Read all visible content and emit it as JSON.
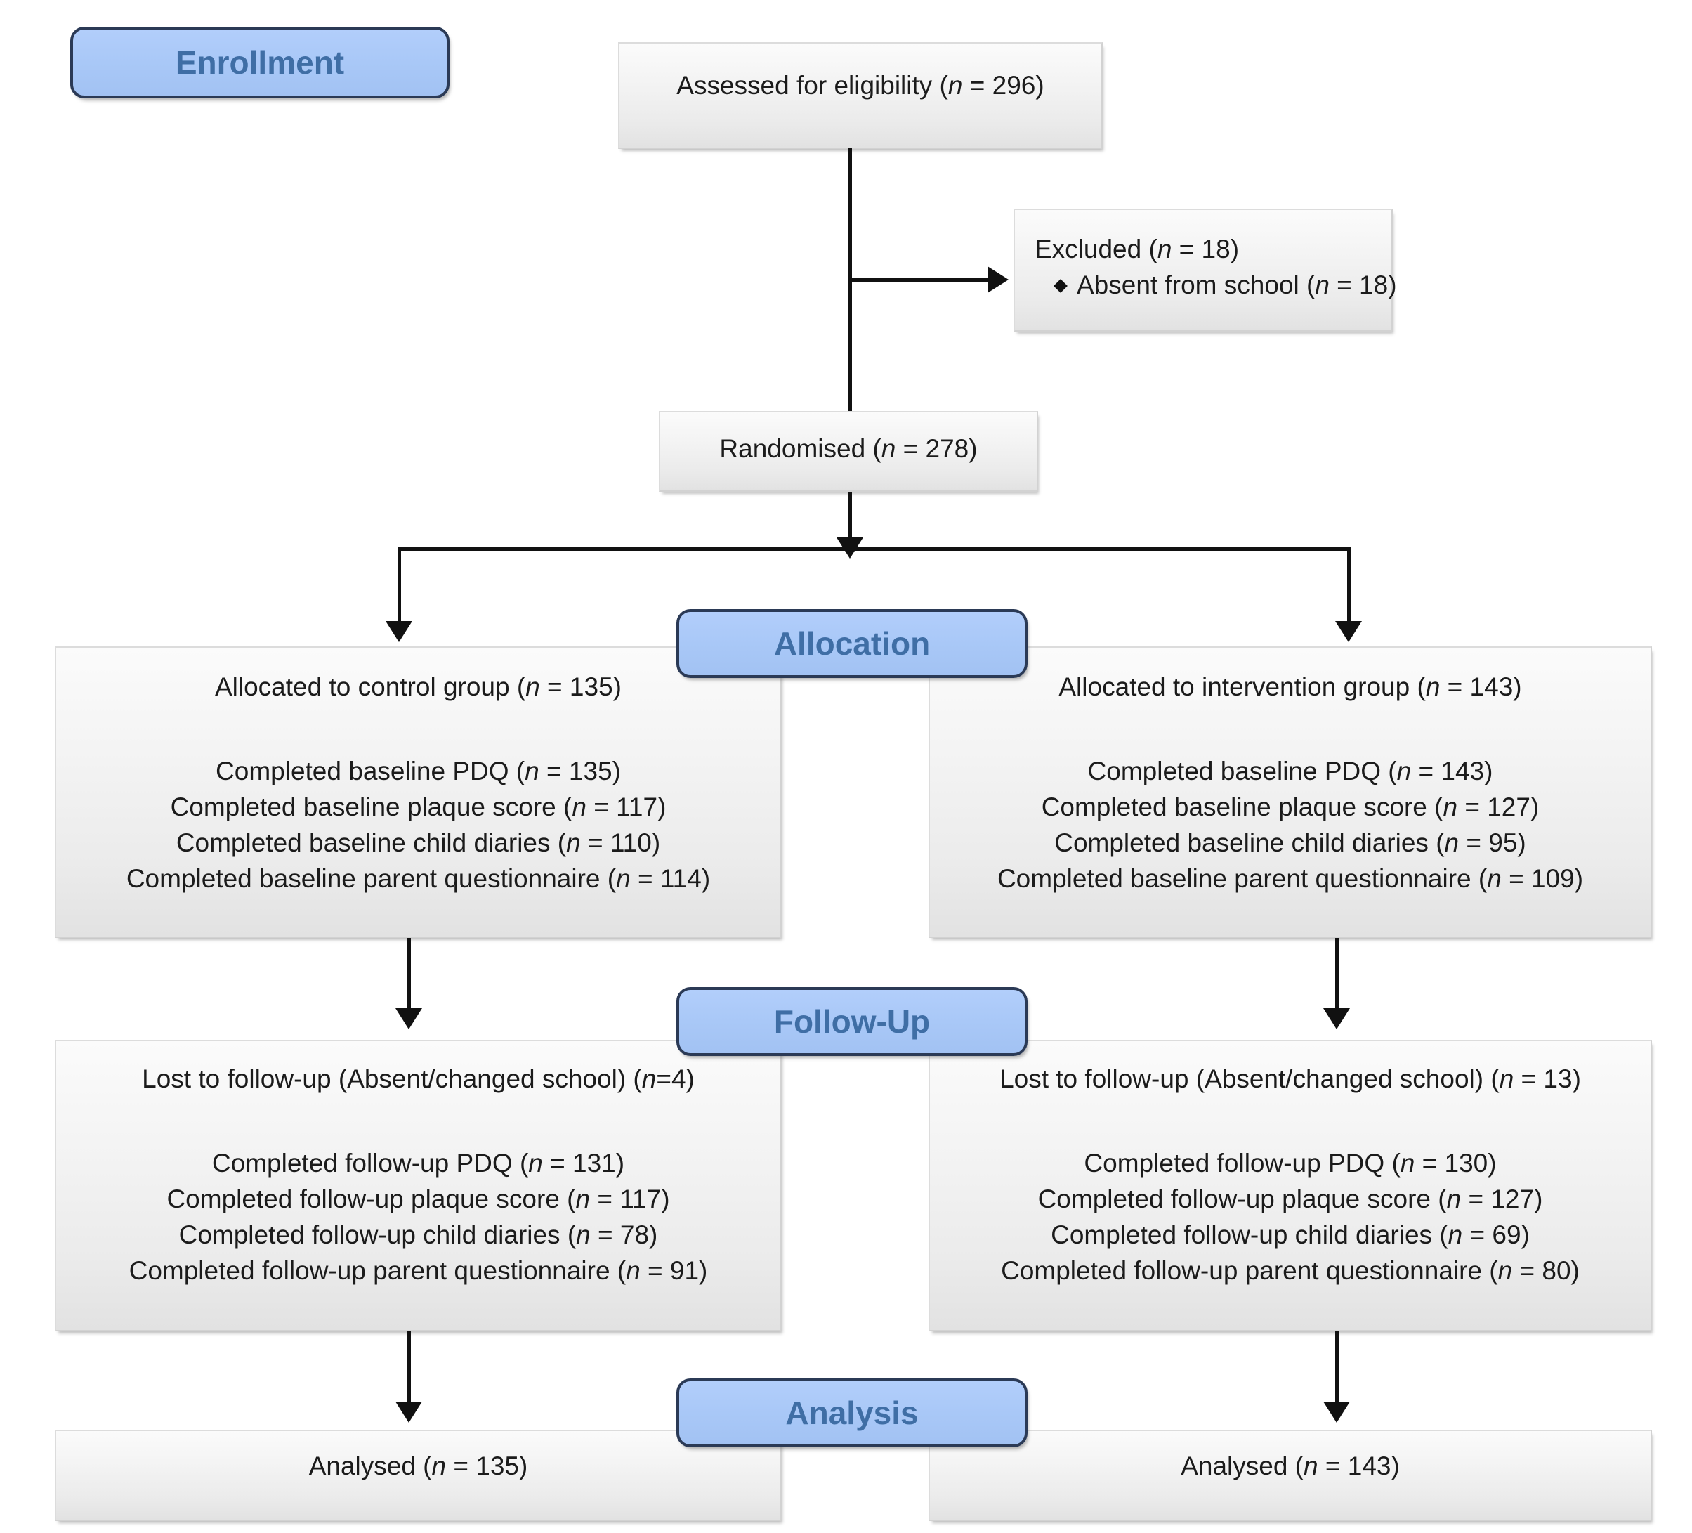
{
  "diagram": {
    "type": "CONSORT participant flow diagram",
    "stages": [
      {
        "id": "enrollment",
        "label": "Enrollment"
      },
      {
        "id": "allocation",
        "label": "Allocation"
      },
      {
        "id": "followup",
        "label": "Follow-Up"
      },
      {
        "id": "analysis",
        "label": "Analysis"
      }
    ],
    "boxes": {
      "assessed": {
        "lines": [
          {
            "pre": "Assessed for eligibility (",
            "ital": "n",
            "post": " = 296)"
          }
        ]
      },
      "excluded": {
        "heading": {
          "pre": "Excluded (",
          "ital": "n",
          "post": " = 18)"
        },
        "bullets": [
          {
            "pre": "Absent from school (",
            "ital": "n",
            "post": " = 18)"
          }
        ]
      },
      "randomised": {
        "lines": [
          {
            "pre": "Randomised (",
            "ital": "n",
            "post": " = 278)"
          }
        ]
      },
      "allocation_control": {
        "header": {
          "pre": "Allocated to control group (",
          "ital": "n",
          "post": " = 135)"
        },
        "lines": [
          {
            "pre": "Completed baseline PDQ (",
            "ital": "n",
            "post": " = 135)"
          },
          {
            "pre": "Completed baseline plaque score (",
            "ital": "n",
            "post": " = 117)"
          },
          {
            "pre": "Completed baseline child diaries (",
            "ital": "n",
            "post": " = 110)"
          },
          {
            "pre": "Completed baseline parent questionnaire (",
            "ital": "n",
            "post": " = 114)"
          }
        ]
      },
      "allocation_intervention": {
        "header": {
          "pre": "Allocated to intervention group (",
          "ital": "n",
          "post": " = 143)"
        },
        "lines": [
          {
            "pre": "Completed baseline PDQ (",
            "ital": "n",
            "post": " = 143)"
          },
          {
            "pre": "Completed baseline plaque score (",
            "ital": "n",
            "post": " = 127)"
          },
          {
            "pre": "Completed baseline child diaries (",
            "ital": "n",
            "post": " = 95)"
          },
          {
            "pre": "Completed baseline parent questionnaire (",
            "ital": "n",
            "post": " = 109)"
          }
        ]
      },
      "followup_control": {
        "header": {
          "pre": "Lost to follow-up (Absent/changed school) (",
          "ital": "n",
          "post": "=4)"
        },
        "lines": [
          {
            "pre": "Completed follow-up PDQ (",
            "ital": "n",
            "post": " = 131)"
          },
          {
            "pre": "Completed follow-up plaque score (",
            "ital": "n",
            "post": " = 117)"
          },
          {
            "pre": "Completed follow-up child diaries (",
            "ital": "n",
            "post": " = 78)"
          },
          {
            "pre": "Completed follow-up parent questionnaire (",
            "ital": "n",
            "post": " = 91)"
          }
        ]
      },
      "followup_intervention": {
        "header": {
          "pre": "Lost to follow-up (Absent/changed school) (",
          "ital": "n",
          "post": " = 13)"
        },
        "lines": [
          {
            "pre": "Completed follow-up PDQ (",
            "ital": "n",
            "post": " = 130)"
          },
          {
            "pre": "Completed follow-up plaque score (",
            "ital": "n",
            "post": " = 127)"
          },
          {
            "pre": "Completed follow-up child diaries (",
            "ital": "n",
            "post": " = 69)"
          },
          {
            "pre": "Completed follow-up parent questionnaire (",
            "ital": "n",
            "post": " = 80)"
          }
        ]
      },
      "analysis_control": {
        "lines": [
          {
            "pre": "Analysed (",
            "ital": "n",
            "post": " = 135)"
          }
        ]
      },
      "analysis_intervention": {
        "lines": [
          {
            "pre": "Analysed (",
            "ital": "n",
            "post": " = 143)"
          }
        ]
      }
    },
    "colors": {
      "stage_fill": "#a9c8f7",
      "stage_border": "#2b3a56",
      "stage_text": "#3f6ea5",
      "box_fill": "#f0f0f0",
      "box_border": "#d2d2d2",
      "connector": "#111111",
      "text": "#1b1b1b"
    }
  }
}
